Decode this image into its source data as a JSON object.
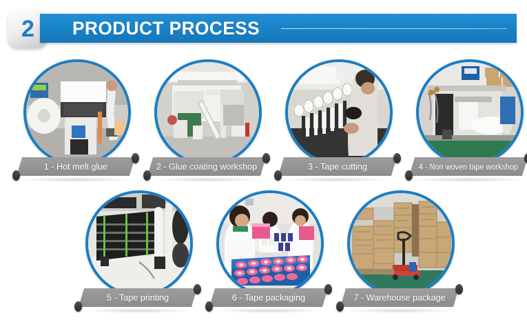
{
  "header": {
    "step_number": "2",
    "title": "PRODUCT PROCESS",
    "accent_color": "#1b84c9",
    "badge_bg": "#eeeeee",
    "title_color": "#ffffff"
  },
  "label_bar": {
    "bg_color": "#949494",
    "text_color": "#ffffff",
    "pin_color": "#3a3a3c"
  },
  "photo_frame": {
    "ring_color": "#1a7dc4"
  },
  "rows": [
    {
      "items": [
        {
          "label": "1 - Hot melt glue",
          "alt": "hot-melt-glue-machine",
          "narrow": false
        },
        {
          "label": "2 - Glue coating workshop",
          "alt": "glue-coating-workshop",
          "narrow": false
        },
        {
          "label": "3 - Tape cutting",
          "alt": "tape-cutting-machine",
          "narrow": false
        },
        {
          "label": "4 - Non woven tape workshop",
          "alt": "non-woven-tape-workshop",
          "narrow": true
        }
      ]
    },
    {
      "items": [
        {
          "label": "5 - Tape printing",
          "alt": "tape-printing-machine",
          "narrow": false
        },
        {
          "label": "6 - Tape packaging",
          "alt": "tape-packaging-workers",
          "narrow": false
        },
        {
          "label": "7 - Warehouse package",
          "alt": "warehouse-package-boxes",
          "narrow": false
        }
      ]
    }
  ],
  "steps": [
    "1 - Hot melt glue",
    "2 - Glue coating workshop",
    "3 - Tape cutting",
    "4 - Non woven tape workshop",
    "5 - Tape printing",
    "6 - Tape packaging",
    "7 - Warehouse package"
  ]
}
